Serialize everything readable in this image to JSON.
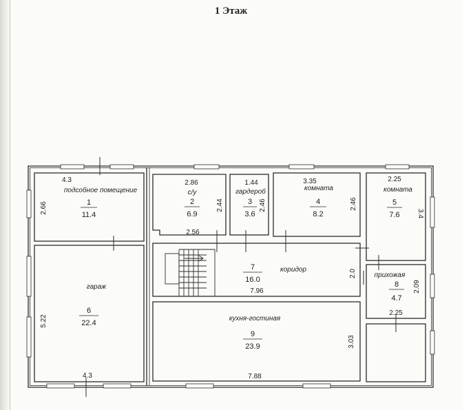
{
  "title": "1 Этаж",
  "rooms": [
    {
      "number": "1",
      "name": "подсобное помещение",
      "area": "11.4"
    },
    {
      "number": "2",
      "name": "с/у",
      "area": "6.9"
    },
    {
      "number": "3",
      "name": "гардероб",
      "area": "3.6"
    },
    {
      "number": "4",
      "name": "комната",
      "area": "8.2"
    },
    {
      "number": "5",
      "name": "комната",
      "area": "7.6"
    },
    {
      "number": "6",
      "name": "гараж",
      "area": "22.4"
    },
    {
      "number": "7",
      "name": "коридор",
      "area": "16.0"
    },
    {
      "number": "8",
      "name": "прихожая",
      "area": "4.7"
    },
    {
      "number": "9",
      "name": "кухня-гостиная",
      "area": "23.9"
    }
  ],
  "dimensions": {
    "r1_width": "4.3",
    "r1_height": "2.66",
    "r2_width_top": "2.86",
    "r2_height": "2.44",
    "r2_width_bottom": "2.56",
    "r3_width": "1.44",
    "r3_height": "2.46",
    "r4_width": "3.35",
    "r4_height": "2.46",
    "r5_width": "2.25",
    "r5_height": "3.4",
    "r6_height": "5.22",
    "r6_width": "4.3",
    "r7_width": "7.96",
    "r7_height": "2.0",
    "r8_height": "2.09",
    "r8_width": "2.25",
    "r9_height": "3.03",
    "r9_width": "7.88"
  }
}
